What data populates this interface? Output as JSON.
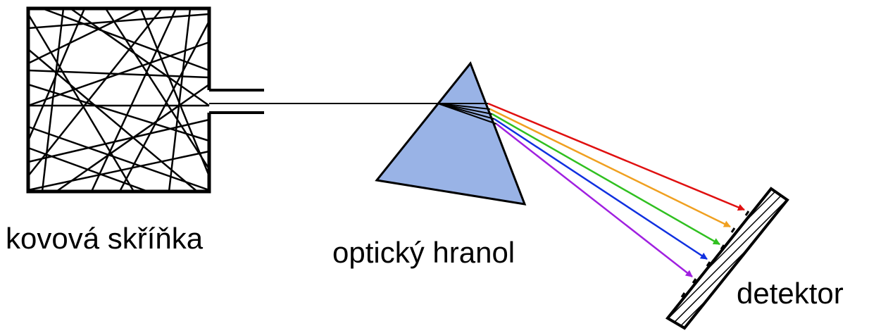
{
  "labels": {
    "box": "kovová skříňka",
    "prism": "optický hranol",
    "detector": "detektor"
  },
  "colors": {
    "prism_fill": "#99b3e6",
    "line": "#000000",
    "rays": [
      "#e01010",
      "#f0a020",
      "#30c020",
      "#1030e0",
      "#a020e0"
    ]
  }
}
